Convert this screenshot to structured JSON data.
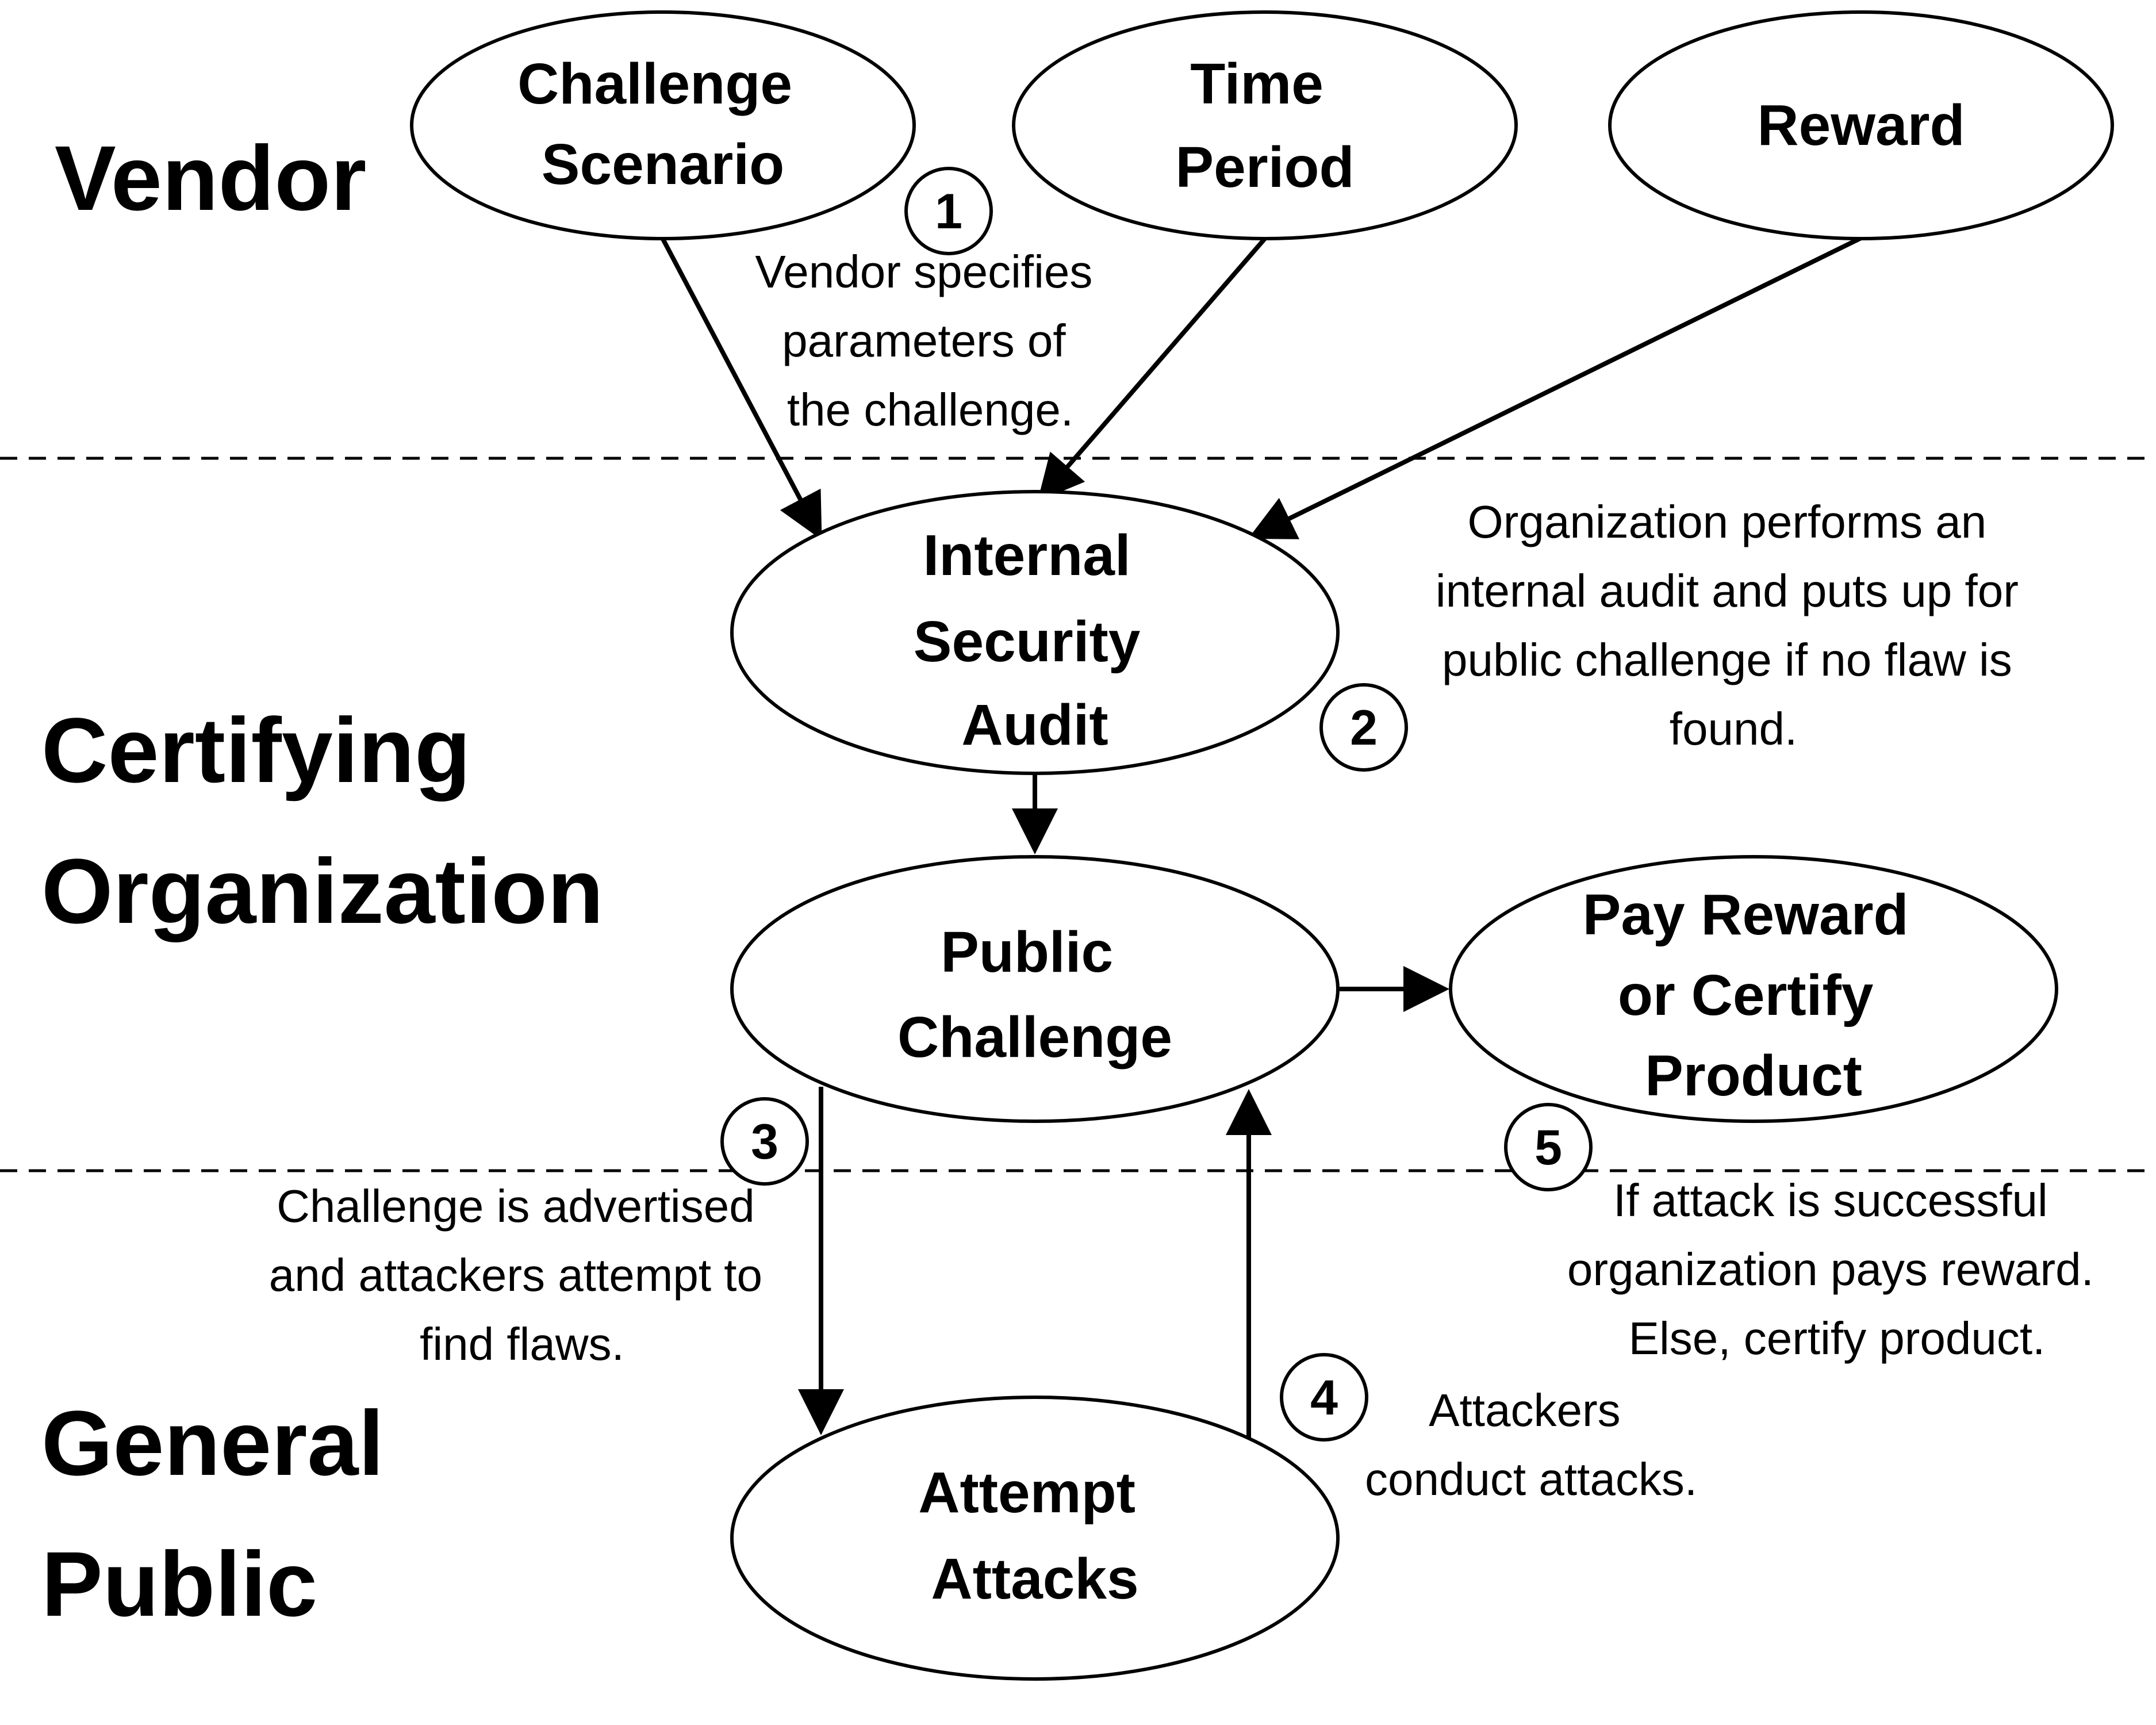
{
  "lanes": {
    "vendor": [
      "Vendor"
    ],
    "organization": [
      "Certifying",
      "Organization"
    ],
    "public": [
      "General",
      "Public"
    ]
  },
  "nodes": {
    "challenge_scenario": [
      "Challenge",
      "Scenario"
    ],
    "time_period": [
      "Time",
      "Period"
    ],
    "reward": [
      "Reward"
    ],
    "internal_audit": [
      "Internal",
      "Security",
      "Audit"
    ],
    "public_challenge": [
      "Public",
      "Challenge"
    ],
    "pay_reward": [
      "Pay Reward",
      "or Certify",
      "Product"
    ],
    "attempt_attacks": [
      "Attempt",
      "Attacks"
    ]
  },
  "steps": {
    "s1": "1",
    "s2": "2",
    "s3": "3",
    "s4": "4",
    "s5": "5"
  },
  "notes": {
    "n1": [
      "Vendor specifies",
      "parameters of",
      "the challenge."
    ],
    "n2": [
      "Organization performs an",
      "internal audit and puts up for",
      "public challenge if no flaw is",
      "found."
    ],
    "n3": [
      "Challenge is advertised",
      "and attackers attempt to",
      "find flaws."
    ],
    "n4": [
      "Attackers",
      "conduct attacks."
    ],
    "n5": [
      "If attack is successful",
      "organization pays reward.",
      "Else, certify product."
    ]
  }
}
